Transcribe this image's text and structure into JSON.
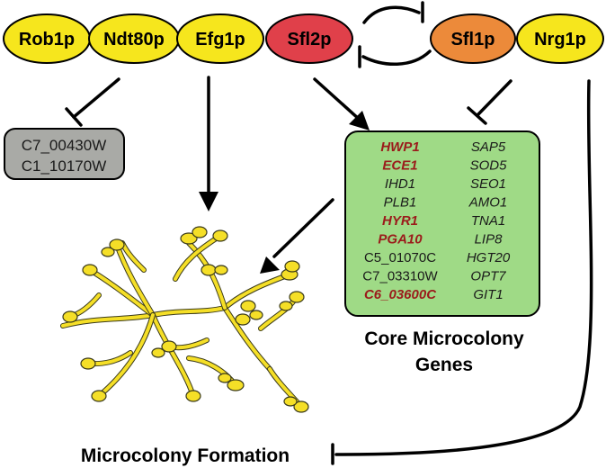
{
  "nodes": {
    "rob1p": "Rob1p",
    "ndt80p": "Ndt80p",
    "efg1p": "Efg1p",
    "sfl2p": "Sfl2p",
    "sfl1p": "Sfl1p",
    "nrg1p": "Nrg1p"
  },
  "colors": {
    "yellow_node": "#f6e61d",
    "sfl2p_node": "#e0404a",
    "sfl1p_node": "#ec8a3a",
    "gene_box": "#9fda86",
    "gray_box": "#a9aaa6",
    "red_gene": "#9b1b1b",
    "hyphae": "#f5df27"
  },
  "gray_box_genes": [
    "C7_00430W",
    "C1_10170W"
  ],
  "core_genes_left": [
    {
      "name": "HWP1",
      "style": "red"
    },
    {
      "name": "ECE1",
      "style": "red"
    },
    {
      "name": "IHD1",
      "style": "italic"
    },
    {
      "name": "PLB1",
      "style": "italic"
    },
    {
      "name": "HYR1",
      "style": "red"
    },
    {
      "name": "PGA10",
      "style": "red"
    },
    {
      "name": "C5_01070C",
      "style": "plain"
    },
    {
      "name": "C7_03310W",
      "style": "plain"
    },
    {
      "name": "C6_03600C",
      "style": "red"
    }
  ],
  "core_genes_right": [
    "SAP5",
    "SOD5",
    "SEO1",
    "AMO1",
    "TNA1",
    "LIP8",
    "HGT20",
    "OPT7",
    "GIT1"
  ],
  "core_title_line1": "Core Microcolony",
  "core_title_line2": "Genes",
  "formation_label": "Microcolony Formation",
  "edges": [
    {
      "from": "Ndt80p",
      "to": "C7_00430W / C1_10170W",
      "type": "inhibit"
    },
    {
      "from": "Efg1p",
      "to": "Microcolony Formation",
      "type": "activate"
    },
    {
      "from": "Sfl2p",
      "to": "Core Microcolony Genes",
      "type": "activate"
    },
    {
      "from": "Sfl1p",
      "to": "Core Microcolony Genes",
      "type": "inhibit"
    },
    {
      "from": "Sfl2p",
      "to": "Sfl1p",
      "type": "inhibit"
    },
    {
      "from": "Sfl1p",
      "to": "Sfl2p",
      "type": "inhibit"
    },
    {
      "from": "Core Microcolony Genes",
      "to": "Microcolony Formation",
      "type": "activate"
    },
    {
      "from": "Nrg1p",
      "to": "Microcolony Formation",
      "type": "inhibit"
    }
  ]
}
